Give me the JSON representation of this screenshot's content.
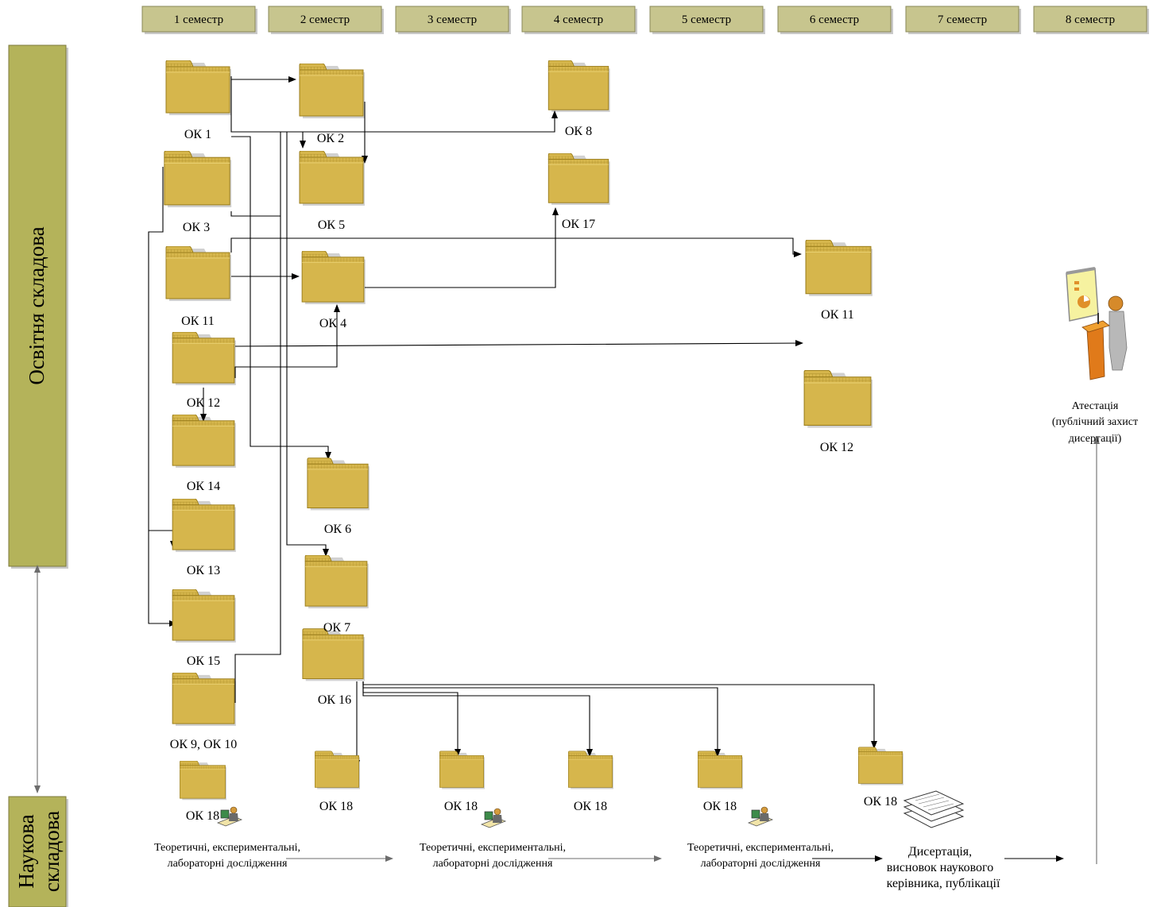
{
  "semesters": [
    "1 семестр",
    "2 семестр",
    "3  семестр",
    "4  семестр",
    "5 семестр",
    "6 семестр",
    "7  семестр",
    "8  семестр"
  ],
  "sides": {
    "education": "Освітня складова",
    "science_line1": "Наукова",
    "science_line2": "складова"
  },
  "folder_labels": {
    "ok1": "ОК 1",
    "ok2": "ОК 2",
    "ok3": "ОК 3",
    "ok5": "ОК 5",
    "ok11a": "ОК 11",
    "ok4": "ОК 4",
    "ok12a": "ОК 12",
    "ok14": "ОК 14",
    "ok13": "ОК 13",
    "ok15": "ОК 15",
    "ok9_10": "ОК 9, ОК 10",
    "ok6": "ОК 6",
    "ok7": "ОК 7",
    "ok16": "ОК 16",
    "ok8": "ОК 8",
    "ok17": "ОК 17",
    "ok11b": "ОК 11",
    "ok12b": "ОК 12",
    "ok18": "ОК 18"
  },
  "research": {
    "line1": "Теоретичні, експериментальні,",
    "line2": "лабораторні дослідження"
  },
  "dissertation": {
    "line1": "Дисертація,",
    "line2": "висновок наукового",
    "line3": "керівника, публікації"
  },
  "attestation": {
    "line1": "Атестація",
    "line2": "(публічний захист",
    "line3": "дисертації)"
  },
  "colors": {
    "folder_fill": "#d6b64c",
    "folder_edge": "#9b7e1c",
    "semester_fill": "#c7c58e",
    "side_fill": "#b4b35a"
  }
}
